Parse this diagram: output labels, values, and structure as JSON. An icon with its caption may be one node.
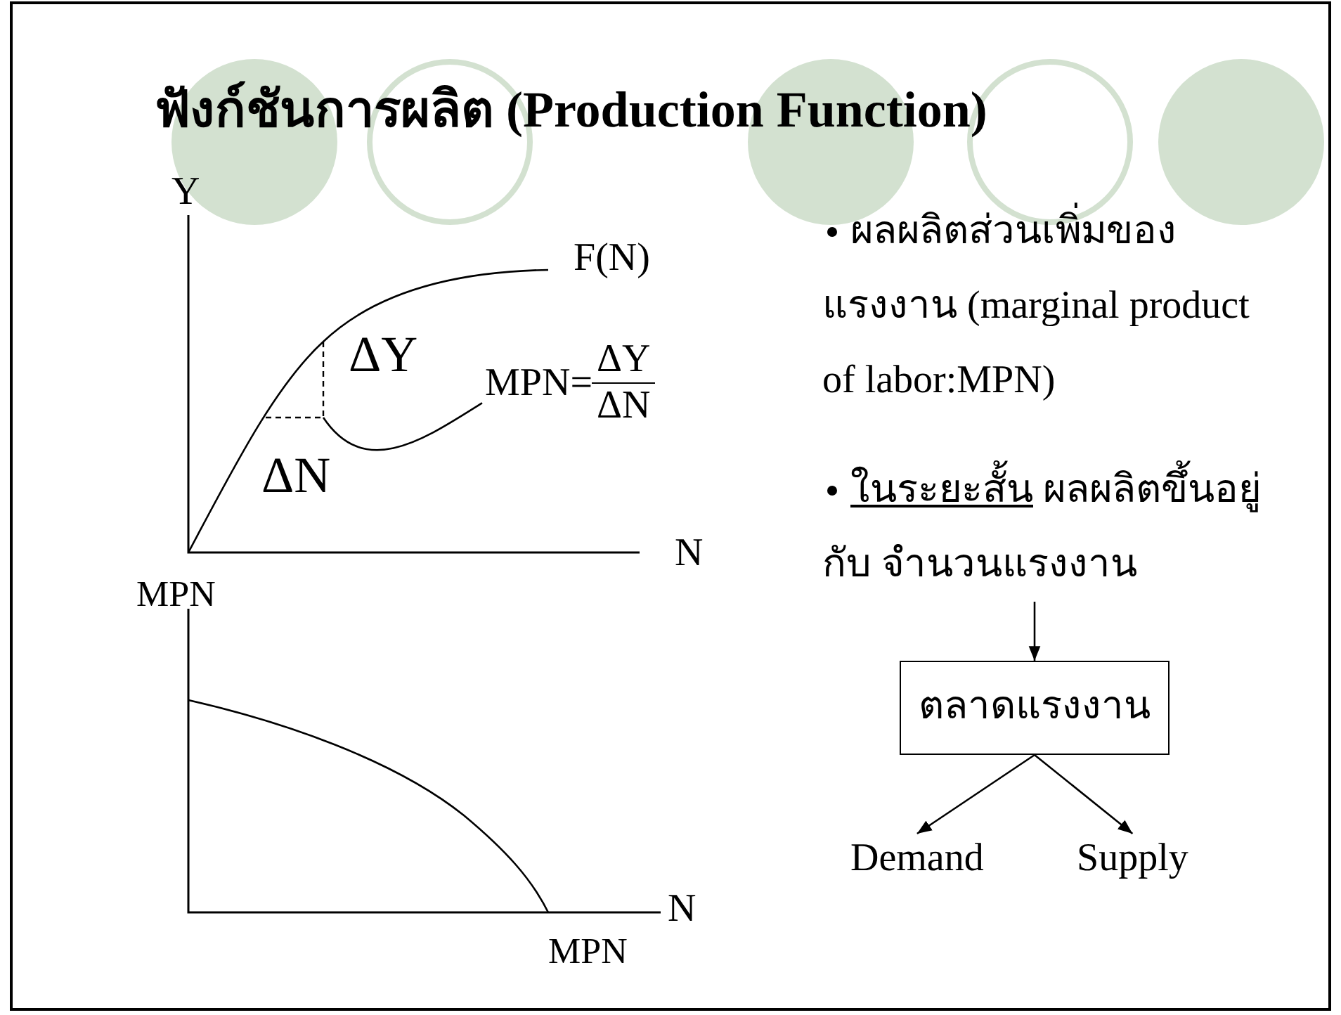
{
  "diagram": {
    "title": "ฟังก์ชันการผลิต (Production Function)",
    "nodes": [
      {
        "text": [
          "ในระยะสั้น ผลผลิตขึ้นอยู่กับ จำนวนแรงงาน"
        ]
      },
      {
        "text": [
          "ตลาดแรงงาน"
        ]
      },
      {
        "text": [
          "Demand"
        ]
      },
      {
        "text": [
          "Supply"
        ]
      },
      {
        "text": [
          "MPN=",
          "ΔY",
          "ΔN"
        ]
      }
    ],
    "edges": [
      {
        "from": 0,
        "to": 1,
        "arrow": "to"
      },
      {
        "from": 1,
        "to": 2,
        "arrow": "to"
      },
      {
        "from": 1,
        "to": 3,
        "arrow": "to"
      },
      {
        "from": 4,
        "to": null,
        "arrow": "none"
      }
    ],
    "labels": [
      "Y",
      "F(N)",
      "ΔY",
      "ΔN",
      "N",
      "MPN",
      "N",
      "MPN",
      "ผลผลิตส่วนเพิ่มของแรงงาน (marginal product of labor:MPN)"
    ]
  }
}
